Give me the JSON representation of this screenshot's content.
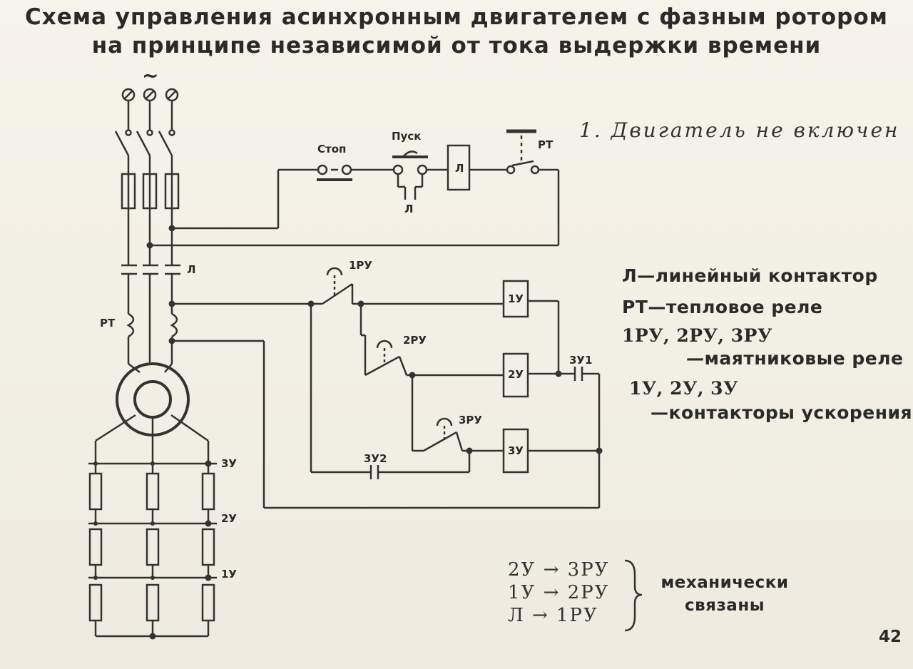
{
  "title": {
    "line1": "Схема управления асинхронным двигателем с фазным ротором",
    "line2": "на принципе независимой от тока выдержки времени"
  },
  "state_caption": "1. Двигатель не включен",
  "supply_symbol": "~",
  "control_labels": {
    "stop": "Стоп",
    "start": "Пуск",
    "l_coil": "Л",
    "l_contact": "Л",
    "rt_contact": "РТ"
  },
  "power_labels": {
    "l": "Л",
    "rt": "РТ",
    "u3": "3У",
    "u2": "2У",
    "u1": "1У"
  },
  "timing_labels": {
    "ru1": "1РУ",
    "ru2": "2РУ",
    "ru3": "3РУ",
    "coil1": "1У",
    "coil2": "2У",
    "coil3": "3У",
    "c3u1": "3У1",
    "c3u2": "3У2"
  },
  "legend": {
    "line1": "Л—линейный контактор",
    "line2": "РТ—тепловое реле",
    "line3": "1РУ, 2РУ, 3РУ",
    "line4": "—маятниковые реле",
    "line5": "1У, 2У, 3У",
    "line6": "—контакторы ускорения"
  },
  "mechanical_links": {
    "pairs": [
      "2У → 3РУ",
      "1У → 2РУ",
      "Л → 1РУ"
    ],
    "note_line1": "механически",
    "note_line2": "связаны"
  },
  "page_number": "42",
  "colors": {
    "ink": "#2a2a2a",
    "paper": "#f4f1e6"
  }
}
